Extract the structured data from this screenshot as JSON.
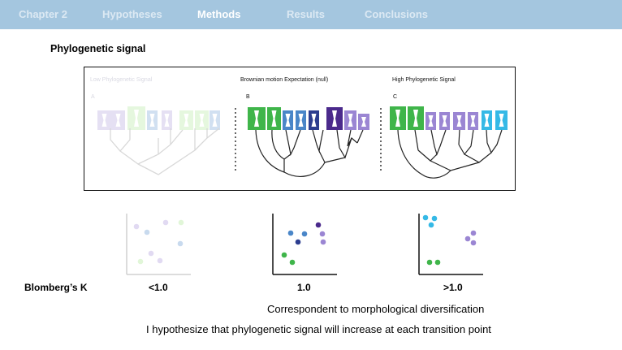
{
  "nav": {
    "items": [
      {
        "label": "Chapter 2",
        "active": false
      },
      {
        "label": "Hypotheses",
        "active": false
      },
      {
        "label": "Methods",
        "active": true
      },
      {
        "label": "Results",
        "active": false
      },
      {
        "label": "Conclusions",
        "active": false
      }
    ]
  },
  "slide": {
    "section_title": "Phylogenetic signal",
    "panels": [
      {
        "title": "Low Phylogenetic Signal",
        "letter": "A",
        "faded": true
      },
      {
        "title": "Brownian motion Expectation (null)",
        "letter": "B",
        "faded": false
      },
      {
        "title": "High Phylogenetic Signal",
        "letter": "C",
        "faded": false
      }
    ],
    "k_label": "Blomberg’s K",
    "k_values": [
      "<1.0",
      "1.0",
      ">1.0"
    ],
    "caption_1": "Correspondent to morphological diversification",
    "caption_2": "I hypothesize that phylogenetic signal will increase at each transition point"
  },
  "colors": {
    "nav_bg": "#a4c6df",
    "green": "#3fb54a",
    "light_green": "#9be27f",
    "purple": "#9b86d3",
    "dark_purple": "#4b2a8c",
    "blue": "#4a86c8",
    "navy": "#2c3d8f",
    "cyan": "#35b9e6"
  }
}
